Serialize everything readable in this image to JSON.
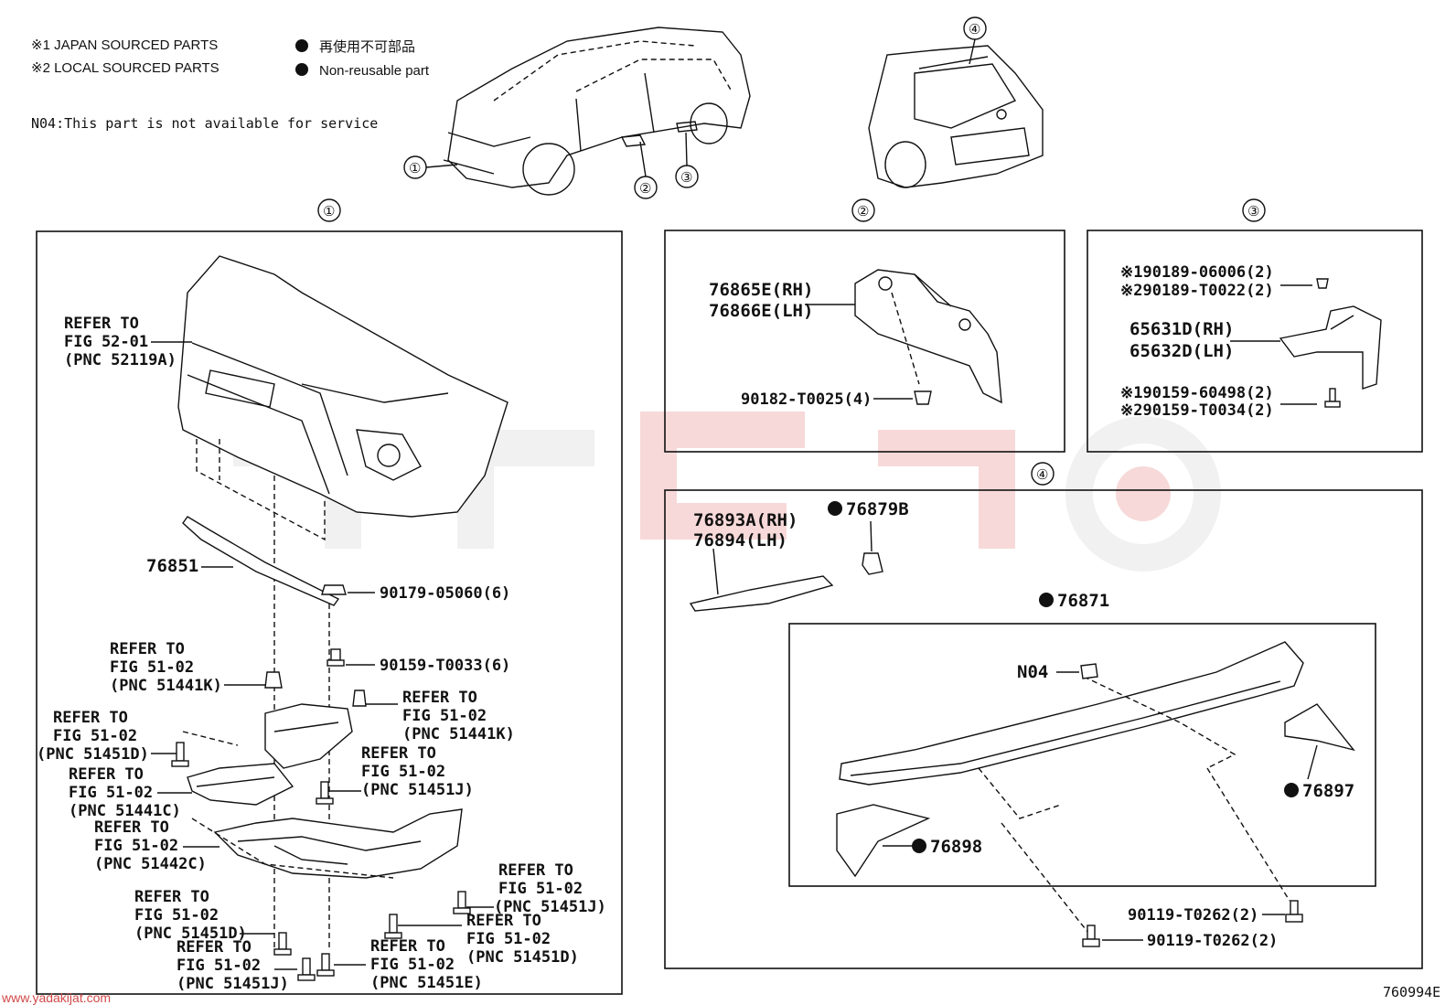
{
  "legend": {
    "japan": "※1 JAPAN SOURCED PARTS",
    "local": "※2 LOCAL SOURCED PARTS",
    "nonreuse_jp": "再使用不可部品",
    "nonreuse_en": "Non-reusable part",
    "n04_note": "N04:This part is not available for service"
  },
  "callouts": {
    "c1": "①",
    "c2": "②",
    "c3": "③",
    "c4": "④"
  },
  "panel1": {
    "ref_52": [
      "REFER TO",
      "FIG 52-01",
      "(PNC 52119A)"
    ],
    "p76851": "76851",
    "p90179": "90179-05060(6)",
    "p90159": "90159-T0033(6)",
    "ref_51441k_a": [
      "REFER TO",
      "FIG 51-02",
      "(PNC 51441K)"
    ],
    "ref_51441k_b": [
      "REFER TO",
      "FIG 51-02",
      "(PNC 51441K)"
    ],
    "ref_51451d_a": [
      "REFER TO",
      "FIG 51-02",
      "(PNC 51451D)"
    ],
    "ref_51441c": [
      "REFER TO",
      "FIG 51-02",
      "(PNC 51441C)"
    ],
    "ref_51451j_a": [
      "REFER TO",
      "FIG 51-02",
      "(PNC 51451J)"
    ],
    "ref_51442c": [
      "REFER TO",
      "FIG 51-02",
      "(PNC 51442C)"
    ],
    "ref_51451j_b": [
      "REFER TO",
      "FIG 51-02",
      "(PNC 51451J)"
    ],
    "ref_51451d_b": [
      "REFER TO",
      "FIG 51-02",
      "(PNC 51451D)"
    ],
    "ref_51451d_c": [
      "REFER TO",
      "FIG 51-02",
      "(PNC 51451D)"
    ],
    "ref_51451j_c": [
      "REFER TO",
      "FIG 51-02",
      "(PNC 51451J)"
    ],
    "ref_51451e": [
      "REFER TO",
      "FIG 51-02",
      "(PNC 51451E)"
    ]
  },
  "panel2": {
    "rh": "76865E(RH)",
    "lh": "76866E(LH)",
    "clip": "90182-T0025(4)"
  },
  "panel3": {
    "a1": "※190189-06006(2)",
    "a2": "※290189-T0022(2)",
    "rh": "65631D(RH)",
    "lh": "65632D(LH)",
    "b1": "※190159-60498(2)",
    "b2": "※290159-T0034(2)"
  },
  "panel4": {
    "rh": "76893A(RH)",
    "lh": "76894(LH)",
    "p76879b": "76879B",
    "p76871": "76871",
    "n04": "N04",
    "p76897": "76897",
    "p76898": "76898",
    "screw1": "90119-T0262(2)",
    "screw2": "90119-T0262(2)"
  },
  "footer": {
    "code": "760994E",
    "site": "www.yadakijat.com"
  }
}
